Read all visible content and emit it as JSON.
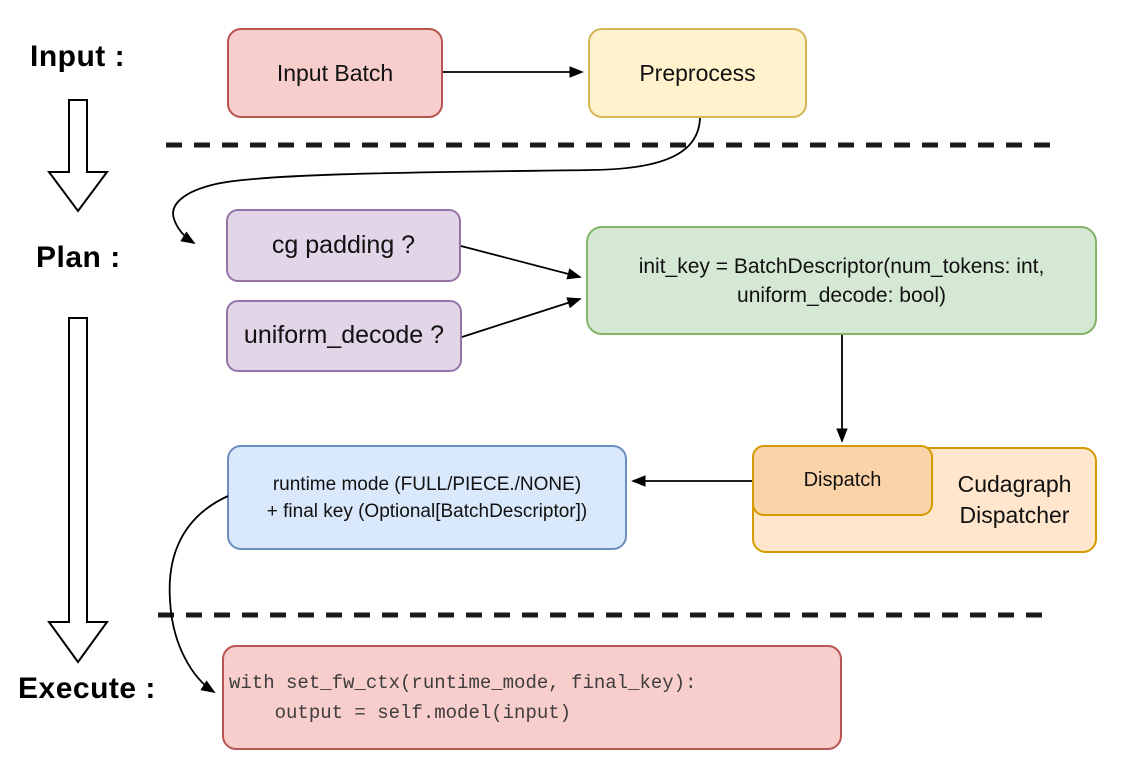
{
  "stage_labels": {
    "input": "Input :",
    "plan": "Plan :",
    "execute": "Execute :"
  },
  "nodes": {
    "input_batch": {
      "label": "Input Batch",
      "fill": "#f8cecc",
      "stroke": "#b85450"
    },
    "preprocess": {
      "label": "Preprocess",
      "fill": "#fff2cc",
      "stroke": "#d6b656"
    },
    "cg_padding": {
      "label": "cg padding ?",
      "fill": "#e1d5e7",
      "stroke": "#9673a6"
    },
    "uniform_decode": {
      "label": "uniform_decode ?",
      "fill": "#e1d5e7",
      "stroke": "#9673a6"
    },
    "init_key": {
      "line1": "init_key = BatchDescriptor(num_tokens: int,",
      "line2": "uniform_decode: bool)",
      "fill": "#d5e8d4",
      "stroke": "#82b366"
    },
    "dispatch": {
      "label": "Dispatch",
      "fill": "#fbd3a8",
      "stroke": "#d79b00"
    },
    "cudagraph_dispatcher": {
      "line1": "Cudagraph",
      "line2": "Dispatcher",
      "fill": "#ffe6cc",
      "stroke": "#d79b00"
    },
    "runtime_mode": {
      "line1": "runtime mode (FULL/PIECE./NONE)",
      "line2": "+ final key (Optional[BatchDescriptor])",
      "fill": "#dae8fc",
      "stroke": "#6c8ebf"
    },
    "execute_code": {
      "line1": "with set_fw_ctx(runtime_mode, final_key):",
      "line2": "    output = self.model(input)",
      "fill": "#f8cecc",
      "stroke": "#b85450"
    }
  },
  "arrow_color": "#000000",
  "separator_color": "#1a1a1a"
}
